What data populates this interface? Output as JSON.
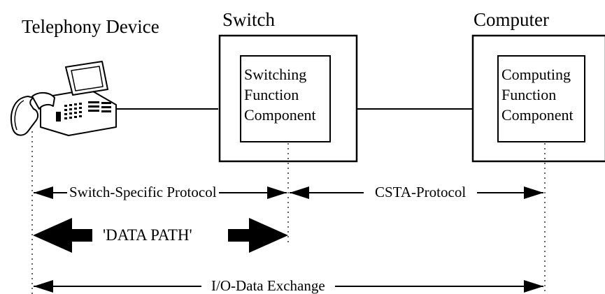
{
  "labels": {
    "telephony_device": "Telephony Device",
    "switch": "Switch",
    "computer": "Computer"
  },
  "switch_box": {
    "lines": [
      "Switching",
      "Function",
      "Component"
    ]
  },
  "computer_box": {
    "lines": [
      "Computing",
      "Function",
      "Component"
    ]
  },
  "protocols": {
    "switch_specific": "Switch-Specific Protocol",
    "csta": "CSTA-Protocol",
    "data_path": "'DATA PATH'",
    "io_exchange": "I/O-Data Exchange"
  },
  "icons": {
    "telephone": "desk-phone-with-display"
  },
  "colors": {
    "stroke": "#000000",
    "background": "#ffffff",
    "phone_fill": "#ffffff"
  }
}
